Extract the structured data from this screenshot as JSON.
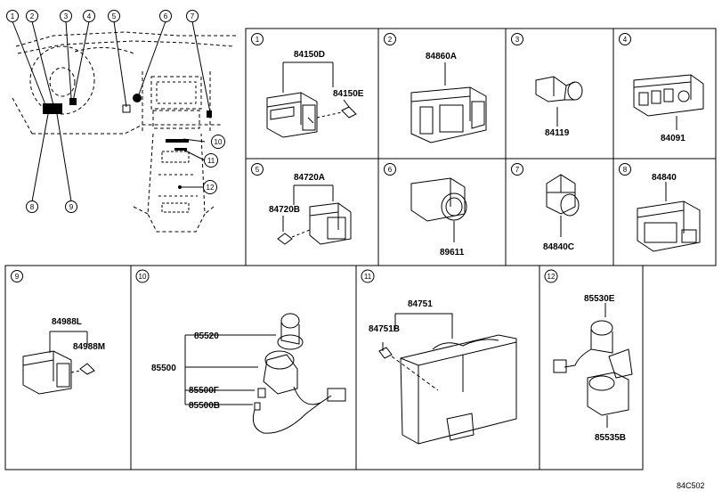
{
  "overview": {
    "callouts": [
      {
        "id": "c1",
        "num": "1"
      },
      {
        "id": "c2",
        "num": "2"
      },
      {
        "id": "c3",
        "num": "3"
      },
      {
        "id": "c4",
        "num": "4"
      },
      {
        "id": "c5",
        "num": "5"
      },
      {
        "id": "c6",
        "num": "6"
      },
      {
        "id": "c7",
        "num": "7"
      },
      {
        "id": "c8",
        "num": "8"
      },
      {
        "id": "c9",
        "num": "9"
      },
      {
        "id": "c10",
        "num": "10"
      },
      {
        "id": "c11",
        "num": "11"
      },
      {
        "id": "c12",
        "num": "12"
      }
    ]
  },
  "panels": [
    {
      "num": "1",
      "parts": [
        "84150D",
        "84150E"
      ]
    },
    {
      "num": "2",
      "parts": [
        "84860A"
      ]
    },
    {
      "num": "3",
      "parts": [
        "84119"
      ]
    },
    {
      "num": "4",
      "parts": [
        "84091"
      ]
    },
    {
      "num": "5",
      "parts": [
        "84720A",
        "84720B"
      ]
    },
    {
      "num": "6",
      "parts": [
        "89611"
      ]
    },
    {
      "num": "7",
      "parts": [
        "84840C"
      ]
    },
    {
      "num": "8",
      "parts": [
        "84840"
      ]
    },
    {
      "num": "9",
      "parts": [
        "84988L",
        "84988M"
      ]
    },
    {
      "num": "10",
      "parts": [
        "85520",
        "85500",
        "85500F",
        "85500B"
      ]
    },
    {
      "num": "11",
      "parts": [
        "84751",
        "84751B"
      ]
    },
    {
      "num": "12",
      "parts": [
        "85530E",
        "85535B"
      ]
    }
  ],
  "reference_code": "84C502",
  "colors": {
    "ink": "#000000",
    "background": "#ffffff"
  }
}
